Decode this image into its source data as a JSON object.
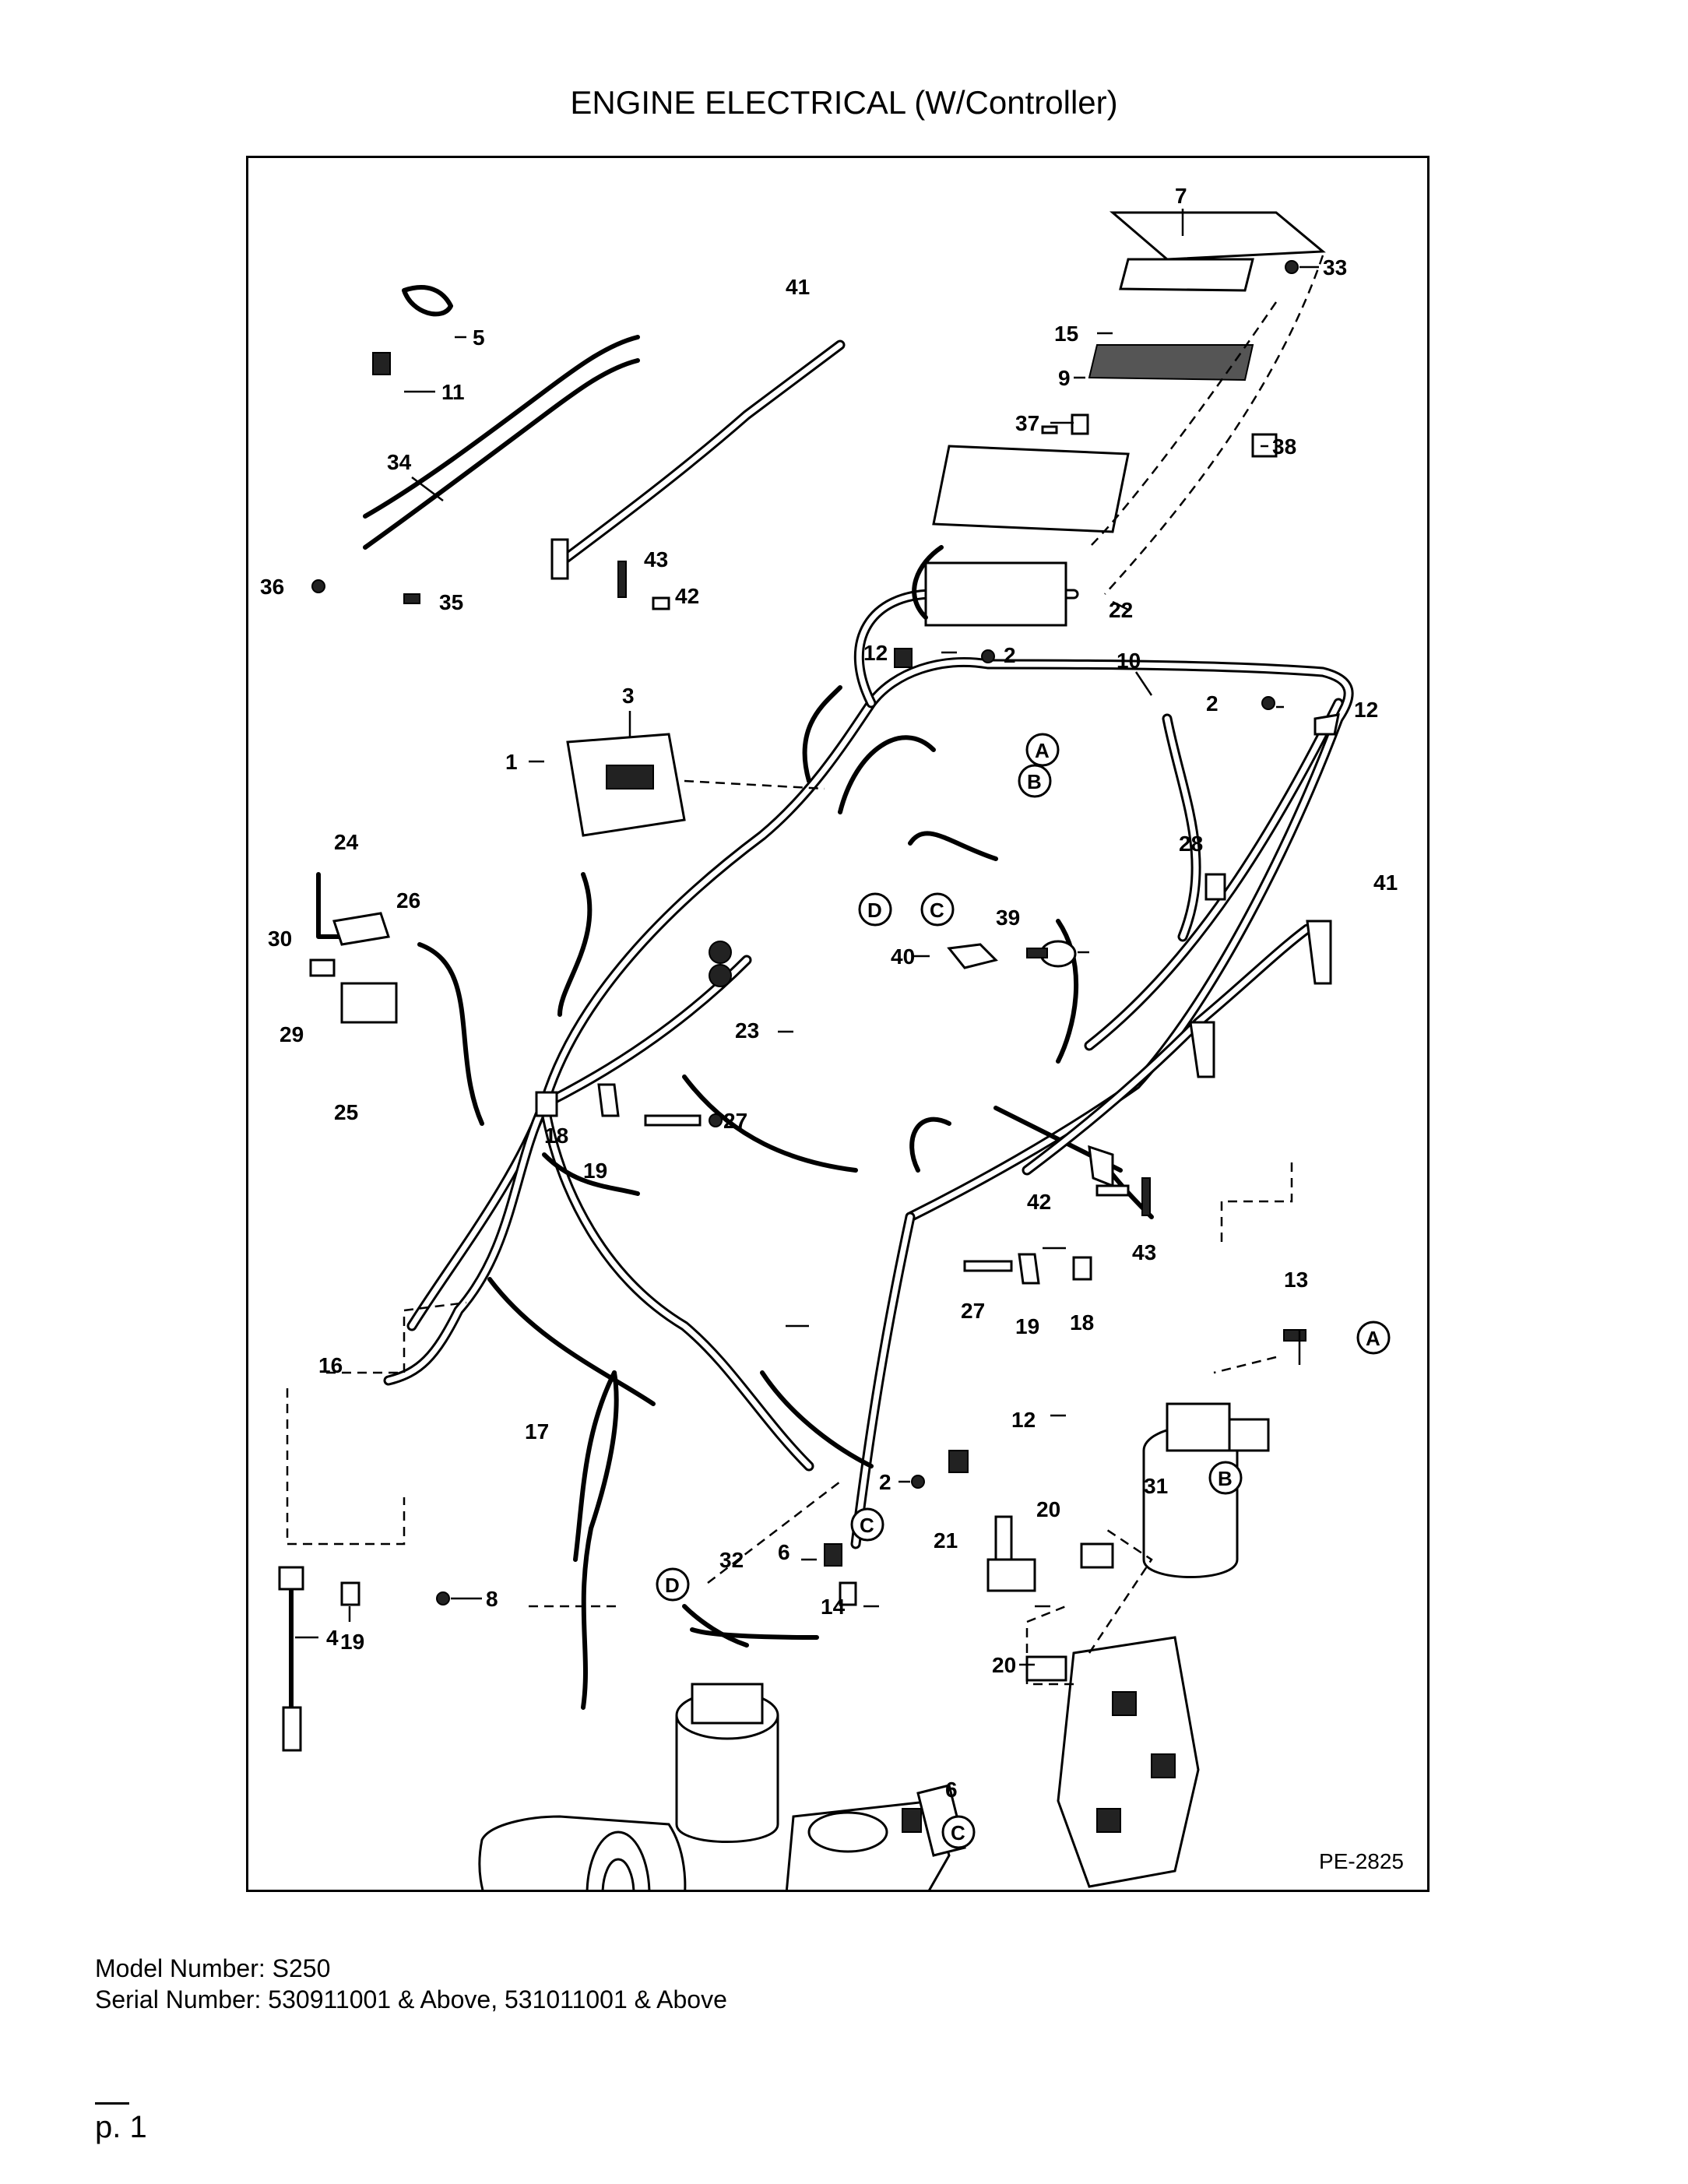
{
  "title": "ENGINE ELECTRICAL (W/Controller)",
  "drawing_number": "PE-2825",
  "footer": {
    "model": "Model Number: S250",
    "serial": "Serial Number: 530911001 & Above, 531011001 & Above"
  },
  "page_number": "p. 1",
  "callouts": [
    "7",
    "33",
    "41",
    "5",
    "15",
    "11",
    "9",
    "37",
    "38",
    "34",
    "36",
    "35",
    "43",
    "42",
    "22",
    "12",
    "2",
    "10",
    "2",
    "12",
    "3",
    "1",
    "A",
    "B",
    "24",
    "28",
    "26",
    "41",
    "D",
    "C",
    "39",
    "30",
    "40",
    "29",
    "23",
    "25",
    "18",
    "27",
    "19",
    "42",
    "43",
    "27",
    "19",
    "18",
    "13",
    "A",
    "16",
    "12",
    "2",
    "17",
    "C",
    "31",
    "B",
    "32",
    "6",
    "20",
    "21",
    "D",
    "14",
    "4",
    "8",
    "19",
    "20",
    "6",
    "C"
  ]
}
